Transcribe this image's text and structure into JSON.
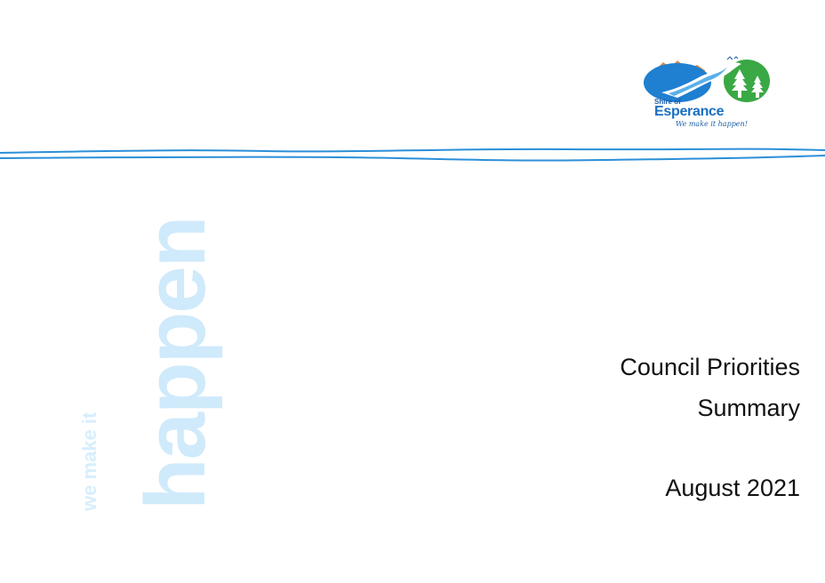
{
  "logo": {
    "small_text": "Shire of",
    "main_text": "Esperance",
    "tagline": "We make it happen!",
    "colors": {
      "water": "#1f7fd0",
      "land": "#2e9e3b",
      "hills": "#d98a4a",
      "text": "#1a6fc0"
    }
  },
  "watermark": {
    "big_text": "happen",
    "small_text": "we make it",
    "color": "#cfeafb"
  },
  "lines": {
    "color": "#2b8fd8"
  },
  "title": {
    "line1": "Council Priorities",
    "line2": "Summary",
    "date": "August 2021"
  }
}
